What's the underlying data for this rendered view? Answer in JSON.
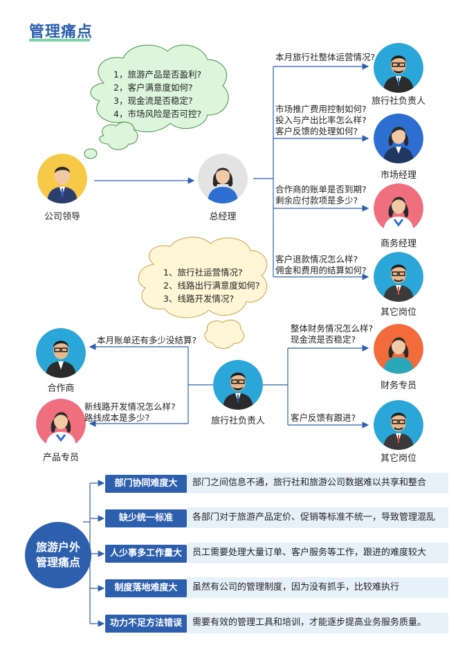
{
  "title": "管理痛点",
  "people": {
    "leader": "公司领导",
    "gm": "总经理",
    "agency_head_top": "旅行社负责人",
    "marketing": "市场经理",
    "business": "商务经理",
    "other_top": "其它岗位",
    "partner": "合作商",
    "product": "产品专员",
    "agency_head_mid": "旅行社负责人",
    "finance": "财务专员",
    "other_bottom": "其它岗位"
  },
  "cloud_leader": [
    "1，旅游产品是否盈利?",
    "2，客户满意度如何?",
    "3，现金流是否稳定?",
    "4，市场风险是否可控?"
  ],
  "cloud_gm": [
    "1、旅行社运营情况?",
    "2、线路出行满意度如何?",
    "3、线路开发情况?"
  ],
  "questions": {
    "q_agency": "本月旅行社整体运营情况?",
    "q_marketing": [
      "市场推广费用控制如何?",
      "投入与产出比率怎么样?",
      "客户反馈的处理如何?"
    ],
    "q_business": [
      "合作商的账单是否到期?",
      "剩余应付款项是多少?"
    ],
    "q_other_top": [
      "客户退款情况怎么样?",
      "佣金和费用的结算如何?"
    ],
    "q_partner": "本月账单还有多少没结算?",
    "q_product": [
      "新线路开发情况怎么样?",
      "路线成本是多少?"
    ],
    "q_finance": [
      "整体财务情况怎么样?",
      "现金流是否稳定?"
    ],
    "q_other_bottom": "客户反馈有跟进?"
  },
  "pain_center": [
    "旅游户外",
    "管理痛点"
  ],
  "pain_points": [
    {
      "tag": "部门协同难度大",
      "desc": "部门之间信息不通，旅行社和旅游公司数据难以共享和整合"
    },
    {
      "tag": "缺少统一标准",
      "desc": "各部门对于旅游产品定价、促销等标准不统一，导致管理混乱"
    },
    {
      "tag": "人少事多工作量大",
      "desc": "员工需要处理大量订单、客户服务等工作，跟进的难度较大"
    },
    {
      "tag": "制度落地难度大",
      "desc": "虽然有公司的管理制度，因为没有抓手，比较难执行"
    },
    {
      "tag": "功力不足方法错误",
      "desc": "需要有效的管理工具和培训，才能逐步提高业务服务质量。"
    }
  ],
  "colors": {
    "primary": "#2c5fae",
    "light": "#e6f1fa",
    "accent": "#7dd3a8"
  }
}
